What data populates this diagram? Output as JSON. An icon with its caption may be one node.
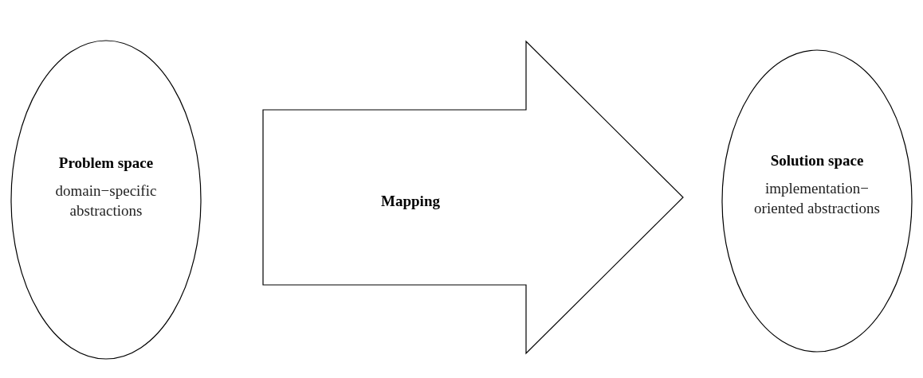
{
  "diagram": {
    "nodes": [
      {
        "text": [
          "Problem space",
          "domain−specific abstractions"
        ]
      },
      {
        "text": [
          "Solution space",
          "implementation− oriented abstractions"
        ]
      }
    ],
    "edges": [
      {
        "from": 0,
        "to": 1,
        "arrow": "to",
        "label": "Mapping",
        "style": "thick"
      }
    ]
  }
}
